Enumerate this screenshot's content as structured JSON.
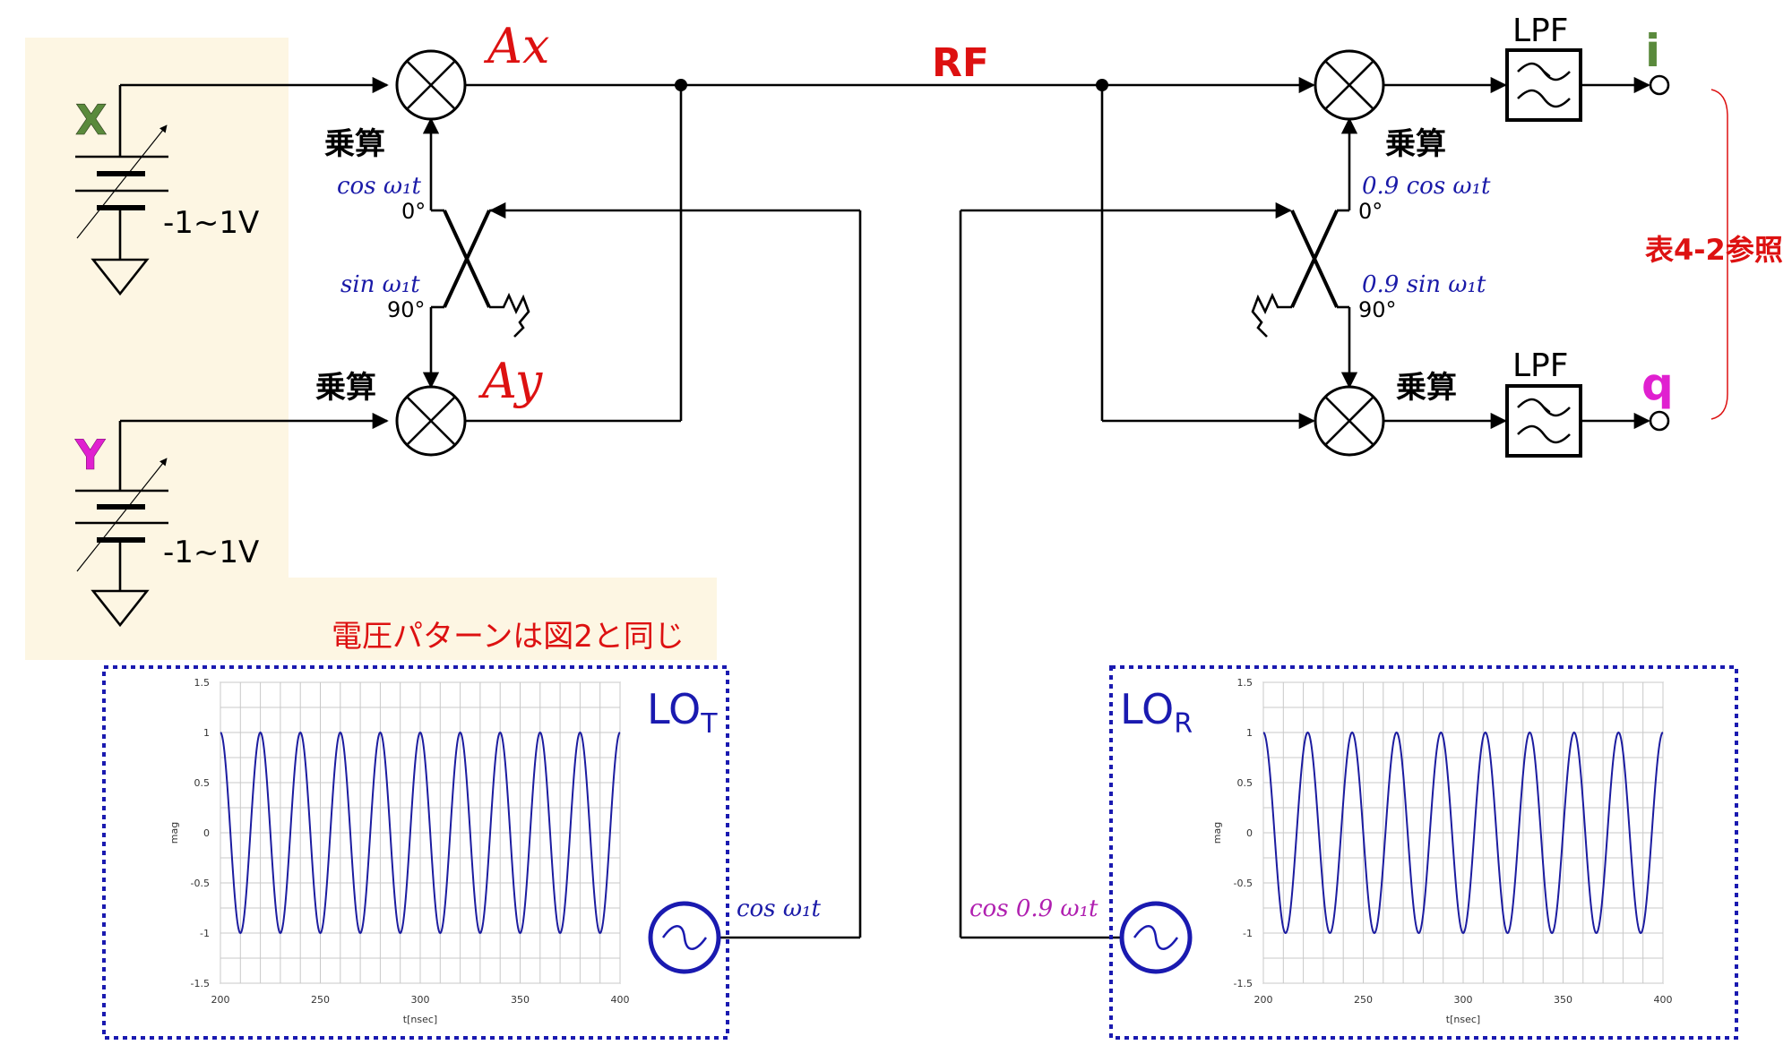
{
  "transmitter": {
    "source_x_label": "X",
    "source_y_label": "Y",
    "source_x_range": "-1~1V",
    "source_y_range": "-1~1V",
    "voltage_note": "電圧パターンは図2と同じ",
    "mixer_x_label": "乗算",
    "mixer_y_label": "乗算",
    "out_ax": "Ax",
    "out_ay": "Ay",
    "splitter_cos": "cos ω₁t",
    "splitter_sin": "sin ω₁t",
    "phase_0": "0°",
    "phase_90": "90°",
    "lo_name": "LO",
    "lo_sub": "T",
    "lo_signal": "cos ω₁t"
  },
  "channel": {
    "rf_label": "RF"
  },
  "receiver": {
    "mixer_i_label": "乗算",
    "mixer_q_label": "乗算",
    "splitter_cos": "0.9 cos ω₁t",
    "splitter_sin": "0.9 sin ω₁t",
    "phase_0": "0°",
    "phase_90": "90°",
    "lpf_i": "LPF",
    "lpf_q": "LPF",
    "out_i": "i",
    "out_q": "q",
    "table_ref": "表4-2参照",
    "lo_name": "LO",
    "lo_sub": "R",
    "lo_signal": "cos 0.9 ω₁t"
  },
  "colors": {
    "x_label": "#5a8a3c",
    "y_label": "#e020d0",
    "red": "#dd1111",
    "blue": "#1a1aa8",
    "magenta": "#b020b0",
    "lo_border": "#1a1ab0",
    "highlight": "#fdf6e3",
    "wave": "#1c1ca0"
  },
  "chart_data": [
    {
      "type": "line",
      "name": "LO_T waveform",
      "xlabel": "t[nsec]",
      "ylabel": "mag",
      "xlim": [
        200,
        400
      ],
      "ylim": [
        -1.5,
        1.5
      ],
      "xticks": [
        "200",
        "250",
        "300",
        "350",
        "400"
      ],
      "yticks": [
        "1.5",
        "1",
        "0.5",
        "0",
        "-0.5",
        "-1",
        "-1.5"
      ],
      "grid": true,
      "series": [
        {
          "function": "cos",
          "amplitude": 1,
          "period_nsec": 20,
          "phase_at_200": 0
        }
      ]
    },
    {
      "type": "line",
      "name": "LO_R waveform",
      "xlabel": "t[nsec]",
      "ylabel": "mag",
      "xlim": [
        200,
        400
      ],
      "ylim": [
        -1.5,
        1.5
      ],
      "xticks": [
        "200",
        "250",
        "300",
        "350",
        "400"
      ],
      "yticks": [
        "1.5",
        "1",
        "0.5",
        "0",
        "-0.5",
        "-1",
        "-1.5"
      ],
      "grid": true,
      "series": [
        {
          "function": "cos",
          "amplitude": 1,
          "period_nsec": 22.22,
          "phase_at_200": 0
        }
      ]
    }
  ]
}
